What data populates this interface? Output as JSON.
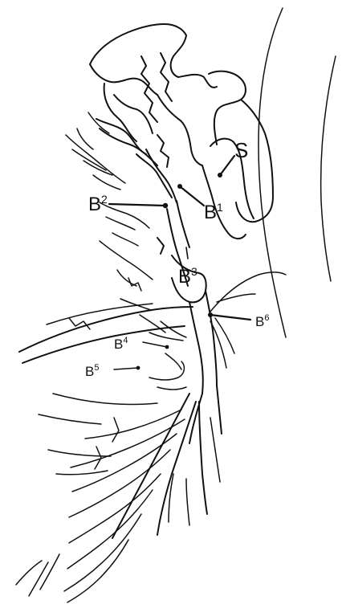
{
  "labels": {
    "S": {
      "base": "S",
      "sup": ""
    },
    "B1": {
      "base": "B",
      "sup": "1"
    },
    "B2": {
      "base": "B",
      "sup": "2"
    },
    "B3": {
      "base": "B",
      "sup": "3"
    },
    "B4": {
      "base": "B",
      "sup": "4"
    },
    "B5": {
      "base": "B",
      "sup": "5"
    },
    "B6": {
      "base": "B",
      "sup": "6"
    }
  },
  "colors": {
    "ink": "#111111",
    "background": "#ffffff"
  }
}
